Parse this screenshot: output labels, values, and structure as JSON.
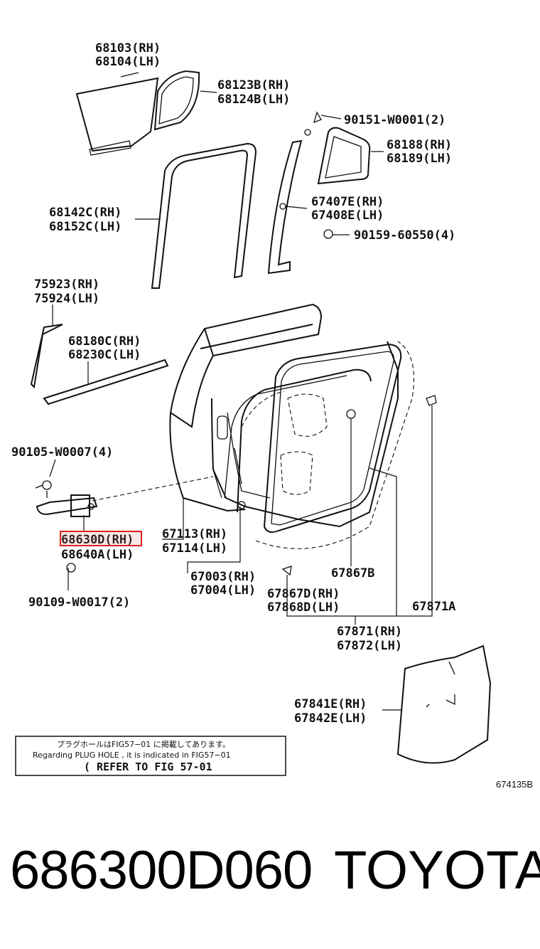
{
  "labels": {
    "l68103": "68103(RH)",
    "l68104": "68104(LH)",
    "l68123B": "68123B(RH)",
    "l68124B": "68124B(LH)",
    "l90151": "90151-W0001(2)",
    "l68188": "68188(RH)",
    "l68189": "68189(LH)",
    "l68142C": "68142C(RH)",
    "l68152C": "68152C(LH)",
    "l67407E": "67407E(RH)",
    "l67408E": "67408E(LH)",
    "l90159": "90159-60550(4)",
    "l75923": "75923(RH)",
    "l75924": "75924(LH)",
    "l68180C": "68180C(RH)",
    "l68230C": "68230C(LH)",
    "l90105": "90105-W0007(4)",
    "l68630D": "68630D(RH)",
    "l68640A": "68640A(LH)",
    "l90109": "90109-W0017(2)",
    "l67113": "67113(RH)",
    "l67114": "67114(LH)",
    "l67003": "67003(RH)",
    "l67004": "67004(LH)",
    "l67867B": "67867B",
    "l67867D": "67867D(RH)",
    "l67868D": "67868D(LH)",
    "l67871A": "67871A",
    "l67871": "67871(RH)",
    "l67872": "67872(LH)",
    "l67841E": "67841E(RH)",
    "l67842E": "67842E(LH)"
  },
  "note": {
    "japanese": "プラグホールはFIG57−01 に掲載してあります。",
    "english": "Regarding PLUG HOLE , it is indicated in FIG57−01",
    "refer": "( REFER TO FIG 57-01"
  },
  "figure_number": "674135B",
  "footer": {
    "part_number": "686300D060",
    "brand": "TOYOTA"
  },
  "highlight_color": "#e02020"
}
